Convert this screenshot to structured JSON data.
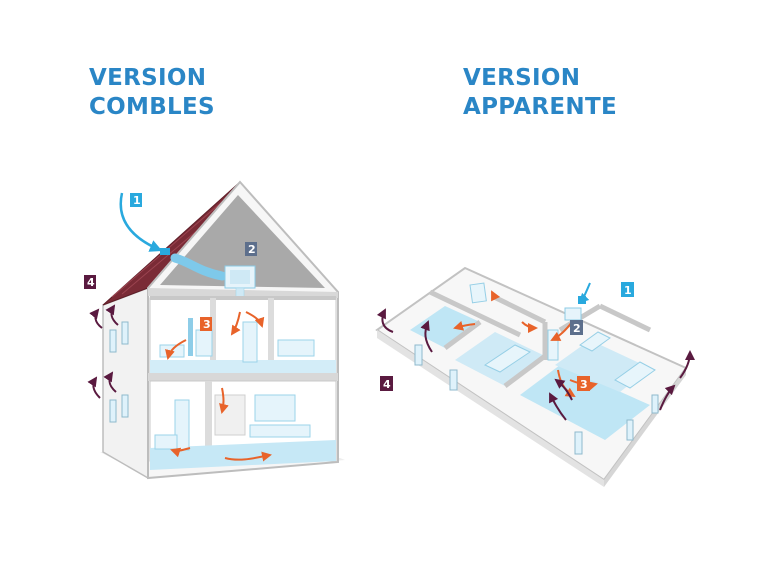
{
  "titles": {
    "combles": [
      "VERSION",
      "COMBLES"
    ],
    "apparente": [
      "VERSION",
      "APPARENTE"
    ]
  },
  "badges": {
    "combles": {
      "b1": "1",
      "b2": "2",
      "b3": "3",
      "b4": "4"
    },
    "apparente": {
      "b1": "1",
      "b2": "2",
      "b3": "3",
      "b4": "4"
    }
  },
  "colors": {
    "title": "#2a86c6",
    "badge1": "#29a9de",
    "badge2": "#5d6f8c",
    "badge3": "#e8632a",
    "badge4": "#5a1a40",
    "airflow_in": "#29a9de",
    "airflow_internal": "#e8632a",
    "airflow_out": "#5a1a40",
    "roof": "#7a2b36",
    "wall_line": "#b9b9b9",
    "floor": "#bfe6f5"
  }
}
